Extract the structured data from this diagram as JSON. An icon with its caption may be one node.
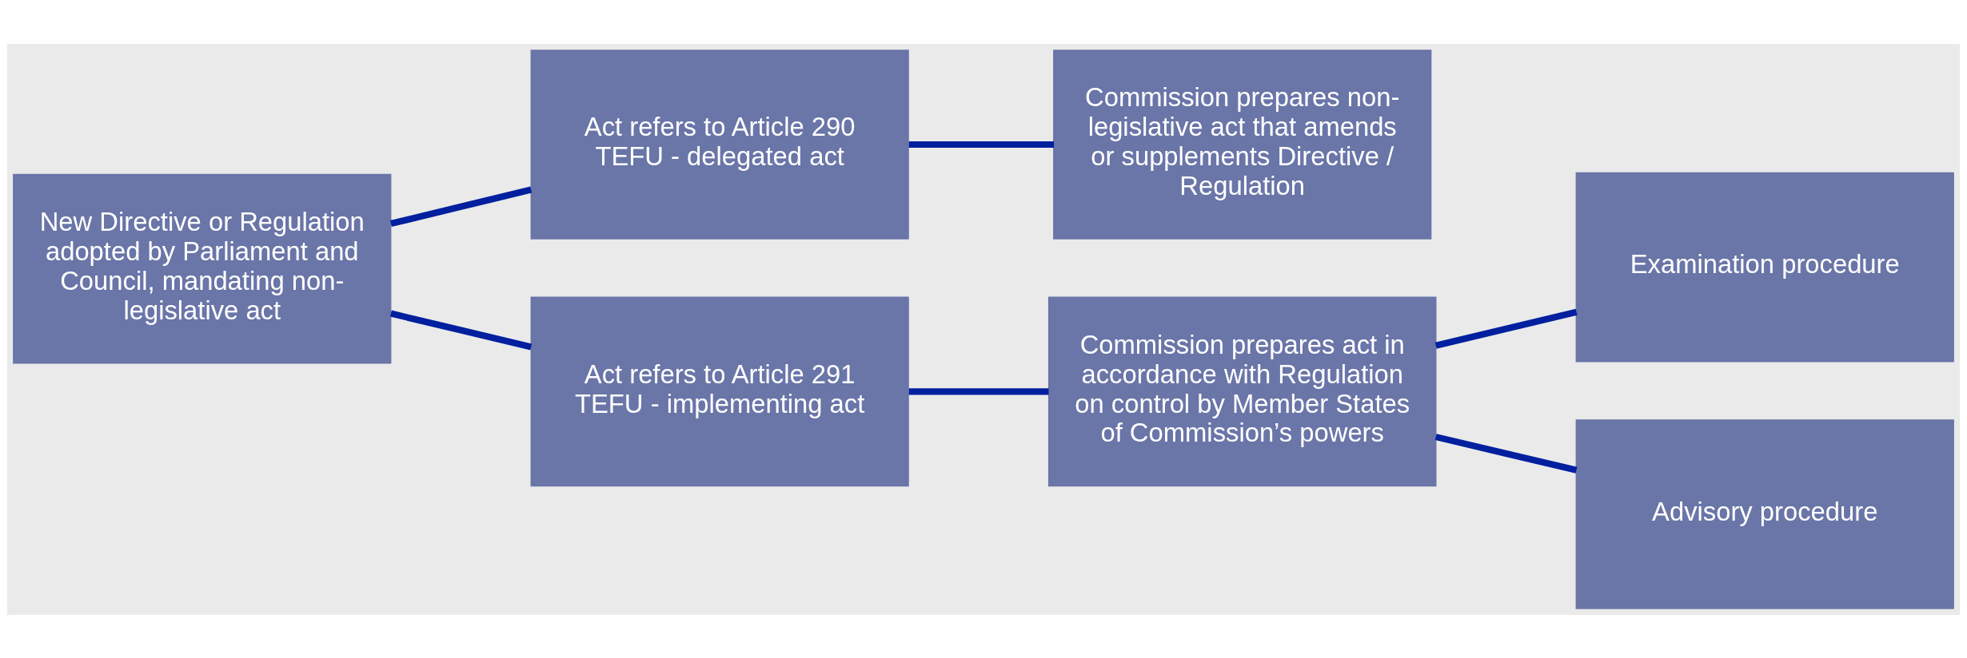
{
  "diagram": {
    "nodes": [
      {
        "text": [
          "New Directive or Regulation adopted by Parliament and Council, mandating non-legislative act"
        ]
      },
      {
        "text": [
          "Act refers to Article 290 TEFU - delegated act"
        ]
      },
      {
        "text": [
          "Commission prepares non-legislative act that amends or supplements Directive / Regulation"
        ]
      },
      {
        "text": [
          "Act refers to Article 291 TEFU - implementing act"
        ]
      },
      {
        "text": [
          "Commission prepares act in accordance with Regulation on control by Member States of Commission’s powers"
        ]
      },
      {
        "text": [
          "Examination procedure"
        ]
      },
      {
        "text": [
          "Advisory procedure"
        ]
      }
    ],
    "edges": [
      {
        "from": 0,
        "to": 1,
        "arrow": "none"
      },
      {
        "from": 0,
        "to": 3,
        "arrow": "none"
      },
      {
        "from": 1,
        "to": 2,
        "arrow": "none"
      },
      {
        "from": 3,
        "to": 4,
        "arrow": "none"
      },
      {
        "from": 4,
        "to": 5,
        "arrow": "none"
      },
      {
        "from": 4,
        "to": 6,
        "arrow": "none"
      }
    ]
  }
}
